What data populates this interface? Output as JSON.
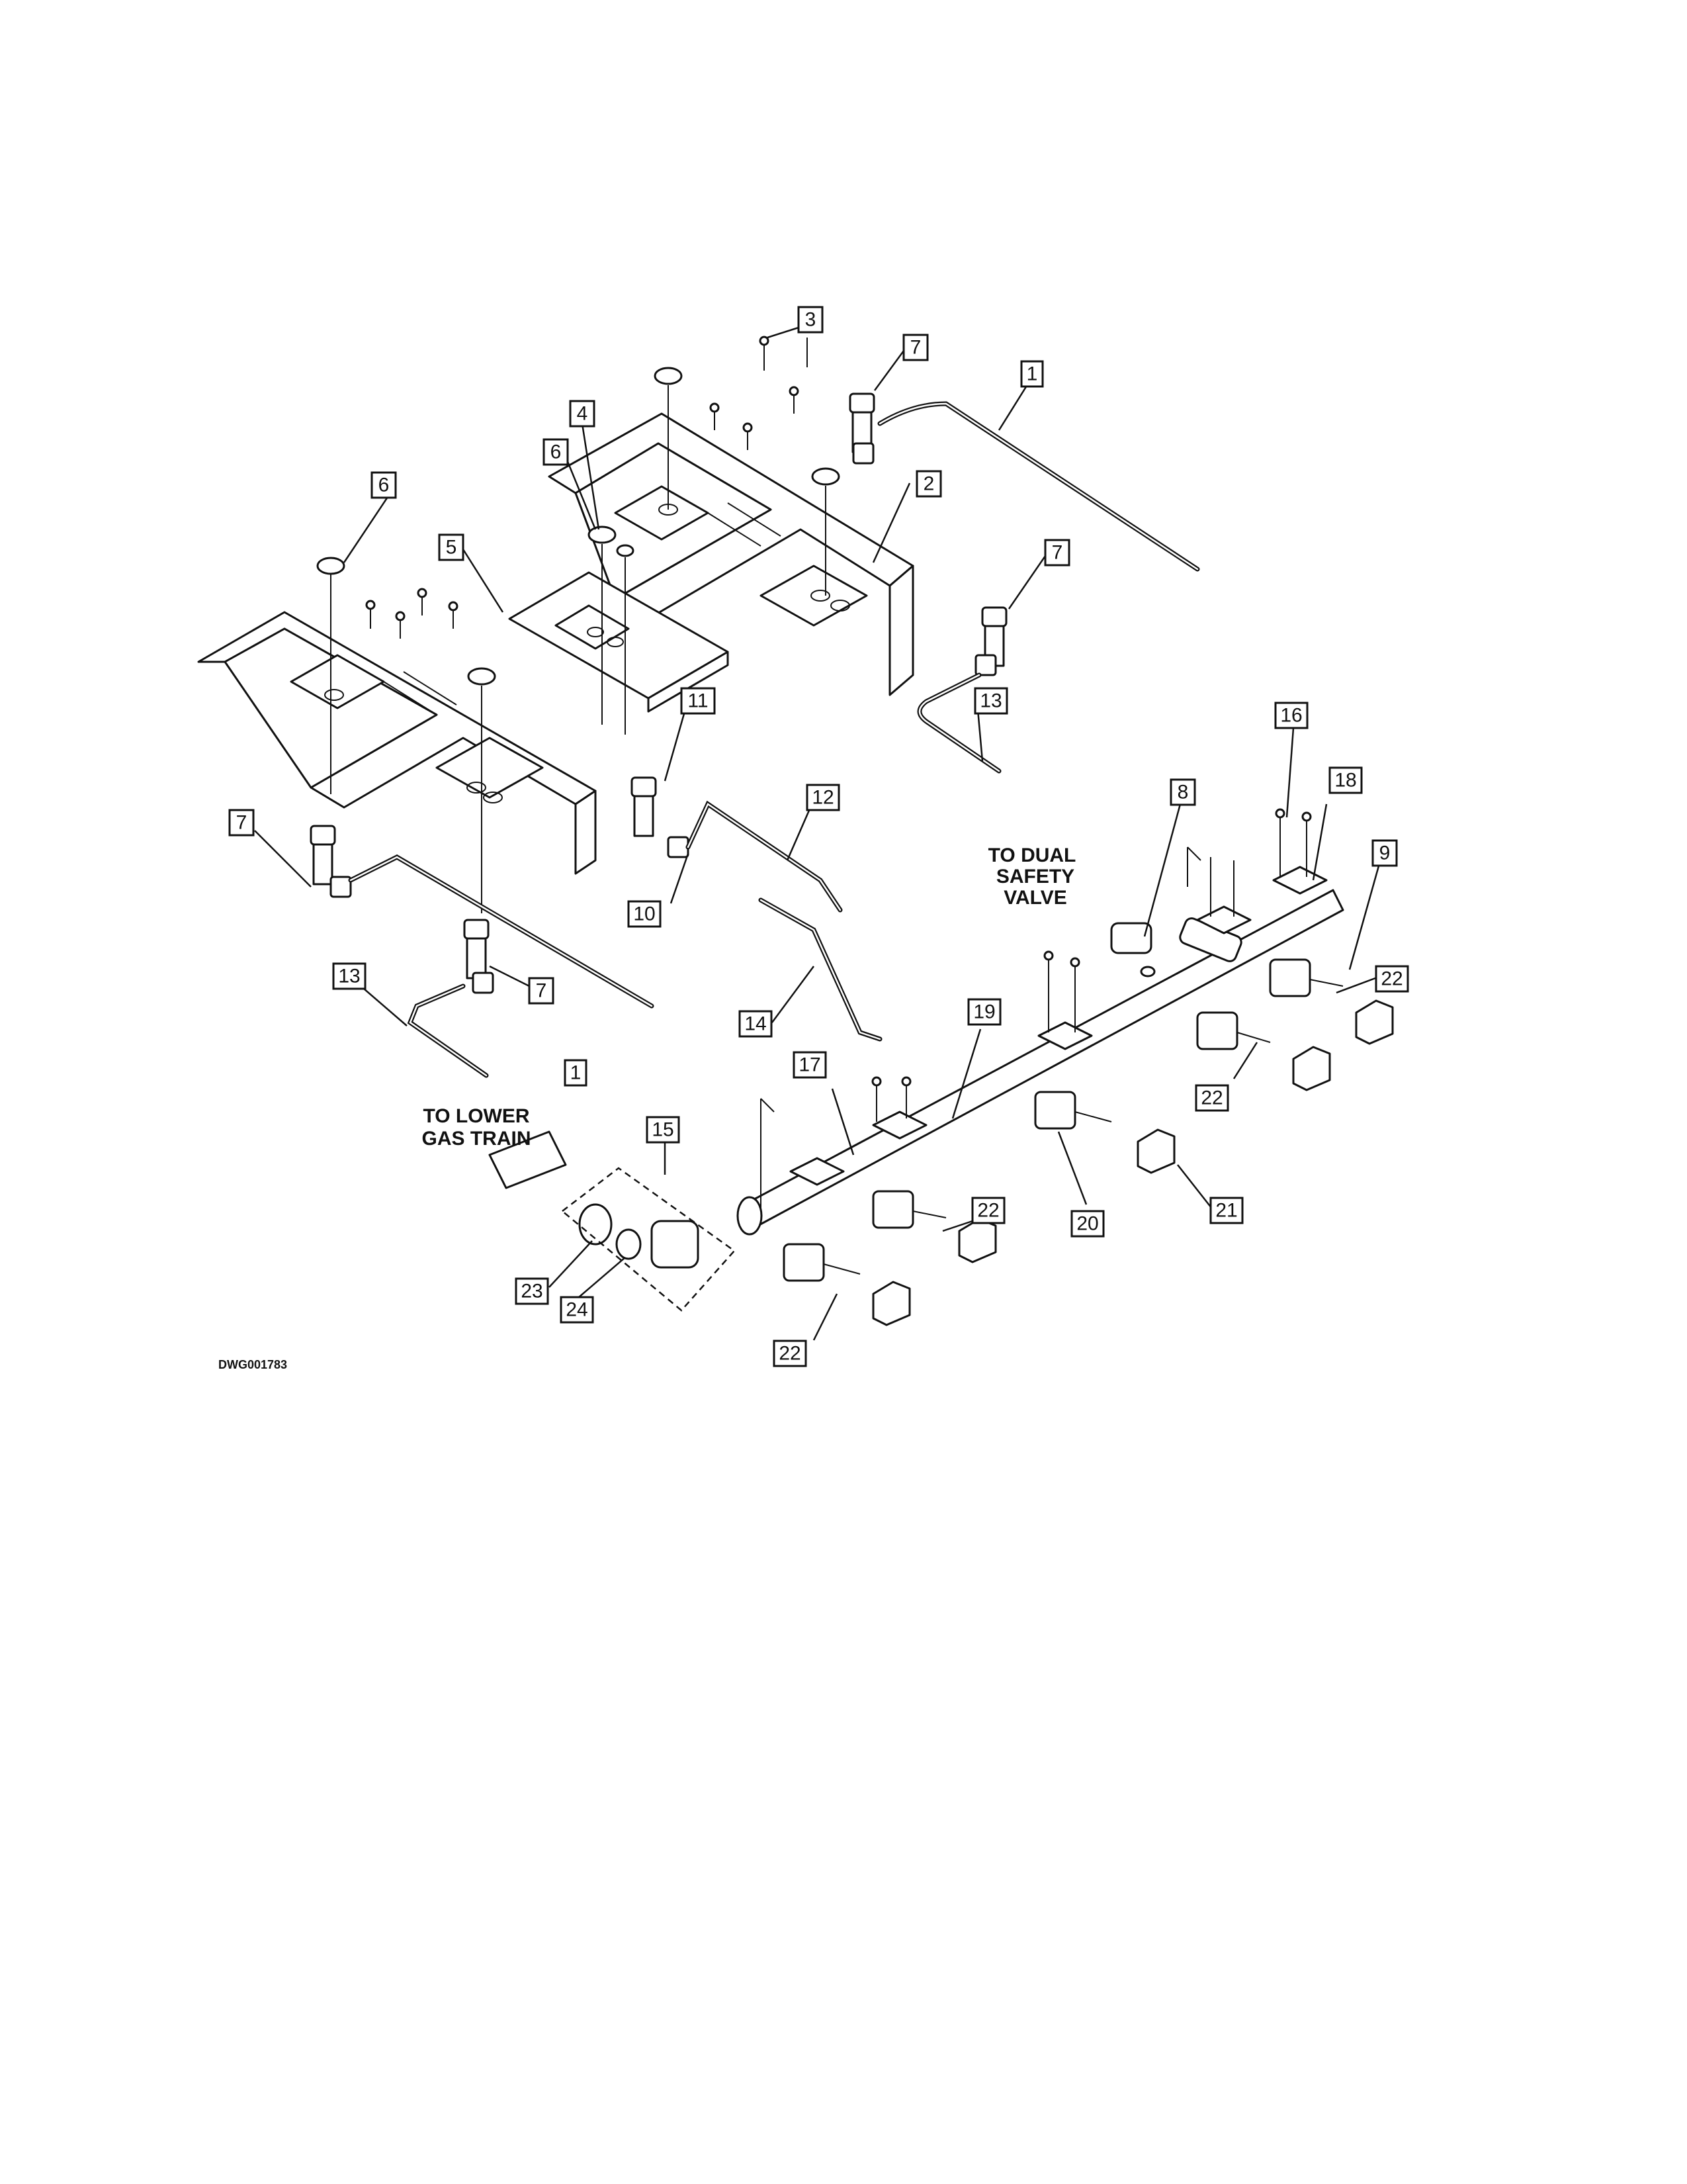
{
  "notes": {
    "dual_safety_valve": [
      "TO DUAL",
      "SAFETY",
      "VALVE"
    ],
    "lower_gas_train": [
      "TO LOWER",
      "GAS TRAIN"
    ]
  },
  "drawing_number": "DWG001783",
  "callouts": [
    "1",
    "2",
    "3",
    "4",
    "5",
    "6",
    "7",
    "8",
    "9",
    "10",
    "11",
    "12",
    "13",
    "14",
    "15",
    "16",
    "17",
    "18",
    "19",
    "20",
    "21",
    "22",
    "23",
    "24"
  ]
}
